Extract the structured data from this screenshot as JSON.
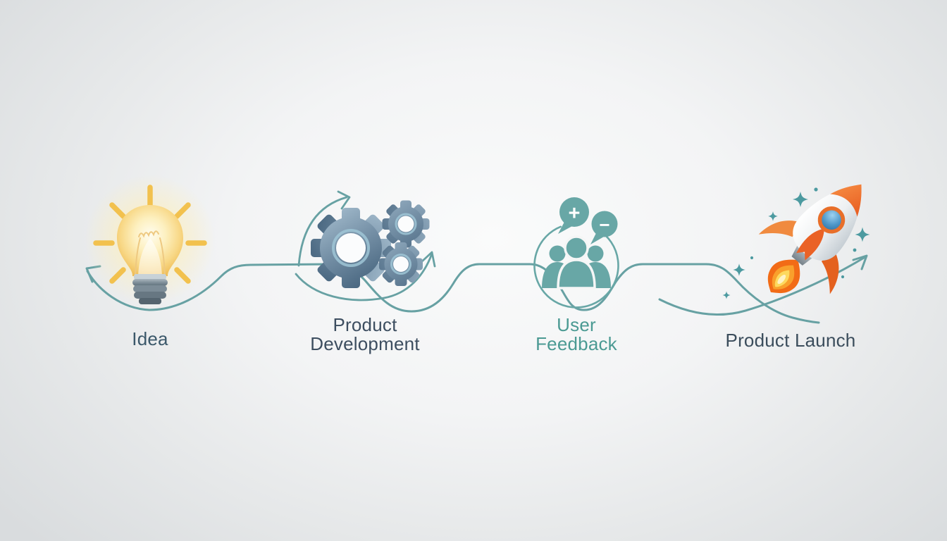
{
  "scene": {
    "background": {
      "inner_color": "#fafbfb",
      "outer_color": "#d9dcde"
    },
    "connector": {
      "color": "#67a1a3",
      "style": "curved flow line with arrows"
    }
  },
  "stages": [
    {
      "name": "idea",
      "label": "Idea",
      "label_color": "#3b586a",
      "icon": "lightbulb-icon",
      "icon_colors": {
        "glass": "#f6d77c",
        "rays": "#f2c14e",
        "base": "#7c8c97"
      }
    },
    {
      "name": "product-development",
      "label": "Product Development",
      "label_color": "#3d4e60",
      "icon": "gears-icon",
      "icon_colors": {
        "gear": "#5f7d95",
        "cycle_arrows": "#67a1a3"
      }
    },
    {
      "name": "user-feedback",
      "label": "User Feedback",
      "label_color": "#4b9a93",
      "icon": "user-group-icon",
      "icon_colors": {
        "people": "#68a7a6",
        "bubble": "#68a7a6"
      },
      "bubbles": [
        {
          "symbol": "+",
          "meaning": "positive-feedback-bubble"
        },
        {
          "symbol": "−",
          "meaning": "negative-feedback-bubble"
        }
      ]
    },
    {
      "name": "product-launch",
      "label": "Product Launch",
      "label_color": "#3b4d5c",
      "icon": "rocket-icon",
      "icon_colors": {
        "body": "#eef1f2",
        "accent_orange": "#ec6527",
        "window": "#4187b8",
        "flame": "#f9a02c",
        "sparkles": "#4c9aa0"
      }
    }
  ]
}
